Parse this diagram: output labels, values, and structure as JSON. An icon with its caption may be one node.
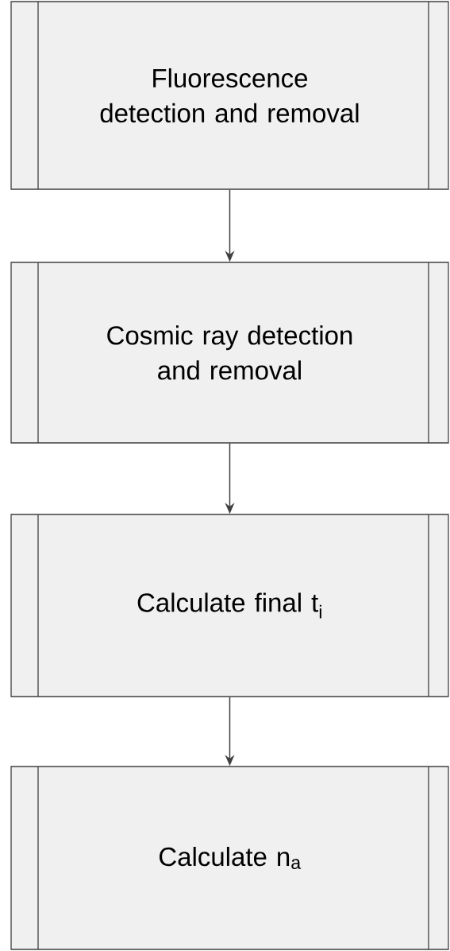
{
  "diagram": {
    "nodes": [
      {
        "text": [
          "Fluorescence detection and removal"
        ]
      },
      {
        "text": [
          "Cosmic ray detection and removal"
        ]
      },
      {
        "text": [
          "Calculate final t$_{i}$"
        ]
      },
      {
        "text": [
          "Calculate n$_{a}$"
        ]
      }
    ],
    "edges": [
      {
        "from": 0,
        "to": 1,
        "arrow": "to"
      },
      {
        "from": 1,
        "to": 2,
        "arrow": "to"
      },
      {
        "from": 2,
        "to": 3,
        "arrow": "to"
      }
    ]
  }
}
